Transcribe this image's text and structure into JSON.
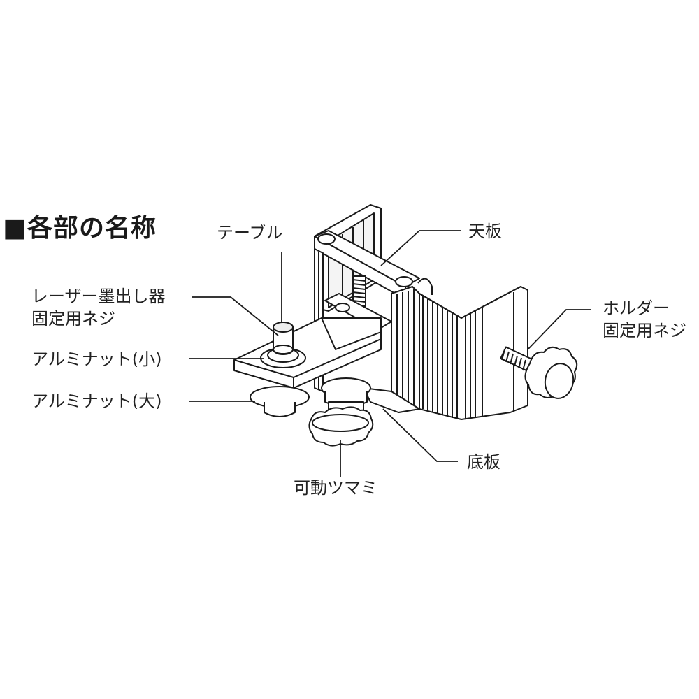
{
  "title": {
    "bullet": "■",
    "text": "各部の名称"
  },
  "labels": {
    "table": "テーブル",
    "laser_screw_line1": "レーザー墨出し器",
    "laser_screw_line2": "固定用ネジ",
    "alu_nut_small": "アルミナット(小)",
    "alu_nut_large": "アルミナット(大)",
    "top_plate": "天板",
    "holder_screw_line1": "ホルダー",
    "holder_screw_line2": "固定用ネジ",
    "bottom_plate": "底板",
    "movable_knob": "可動ツマミ"
  },
  "colors": {
    "line": "#1a1a1a",
    "fill": "#ffffff",
    "shade": "#e6e6e6",
    "dark": "#555555"
  }
}
